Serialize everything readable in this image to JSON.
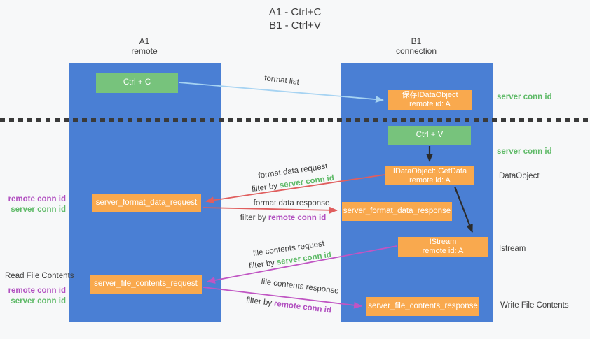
{
  "title": {
    "line1": "A1 - Ctrl+C",
    "line2": "B1 - Ctrl+V"
  },
  "lanes": {
    "left": {
      "title": "A1",
      "subtitle": "remote"
    },
    "right": {
      "title": "B1",
      "subtitle": "connection"
    }
  },
  "nodes": {
    "ctrl_c": {
      "label": "Ctrl + C"
    },
    "save_idataobject": {
      "line1": "保存IDataObject",
      "line2": "remote id: A"
    },
    "ctrl_v": {
      "label": "Ctrl + V"
    },
    "getdata": {
      "line1": "IDataObject::GetData",
      "line2": "remote id: A"
    },
    "format_data_request": {
      "label": "server_format_data_request"
    },
    "format_data_response": {
      "label": "server_format_data_response"
    },
    "istream": {
      "line1": "IStream",
      "line2": "remote id: A"
    },
    "file_contents_request": {
      "label": "server_file_contents_request"
    },
    "file_contents_response": {
      "label": "server_file_contents_response"
    }
  },
  "edge_labels": {
    "format_list": "format list",
    "format_data_request": "format data request",
    "format_data_response": "format data response",
    "file_contents_request": "file contents request",
    "file_contents_response": "file contents response",
    "filter_by": "filter by",
    "server_conn_id": "server conn id",
    "remote_conn_id": "remote conn id"
  },
  "side_labels": {
    "server_conn_id_top": "server conn id",
    "server_conn_id_mid": "server conn id",
    "dataobject": "DataObject",
    "istream": "Istream",
    "write_file_contents": "Write File Contents",
    "read_file_contents": "Read File Contents",
    "remote_conn_id_1": "remote conn id",
    "server_conn_id_1": "server conn id",
    "remote_conn_id_2": "remote conn id",
    "server_conn_id_2": "server conn id"
  },
  "colors": {
    "lane": "#4a7fd4",
    "node_orange": "#f9a94e",
    "node_green": "#77c37c",
    "arrow_blue": "#a6d3f2",
    "arrow_red": "#e05e5e",
    "arrow_magenta": "#c055c3",
    "arrow_black": "#2b2b2b",
    "text_green": "#5fba68",
    "text_purple": "#b14fc0"
  }
}
